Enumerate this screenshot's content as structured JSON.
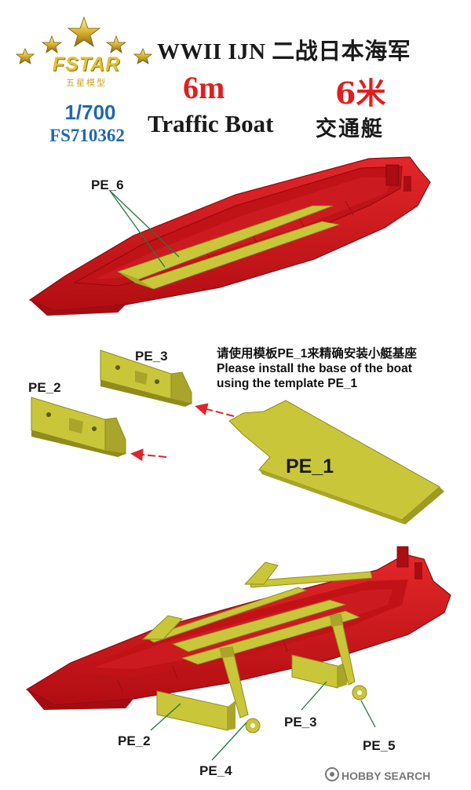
{
  "brand": {
    "name": "FSTAR",
    "name_cn": "五星模型"
  },
  "product": {
    "scale": "1/700",
    "code": "FS710362",
    "title_line1": "WWII IJN 二战日本海军",
    "size_en": "6m",
    "size_cn": "6米",
    "name_en": "Traffic Boat",
    "name_cn": "交通艇"
  },
  "instructions": {
    "cn": "请使用模板PE_1来精确安装小艇基座",
    "en_line1": "Please install the base of the boat",
    "en_line2": "using the template PE_1"
  },
  "parts": {
    "pe6": "PE_6",
    "pe3_top": "PE_3",
    "pe2_top": "PE_2",
    "pe1": "PE_1",
    "pe2_bottom": "PE_2",
    "pe3_bottom": "PE_3",
    "pe4": "PE_4",
    "pe5": "PE_5"
  },
  "watermark": "HOBBY SEARCH",
  "colors": {
    "hull_red": "#d4141a",
    "photo_etch": "#c9c63a",
    "arrow_red": "#e2232a",
    "title_red": "#e31d1d",
    "code_blue": "#1f68b3",
    "star_gold": "#d9b42c"
  },
  "icons": {
    "stars": "star-icon",
    "watermark": "hobbysearch-logo-icon"
  }
}
